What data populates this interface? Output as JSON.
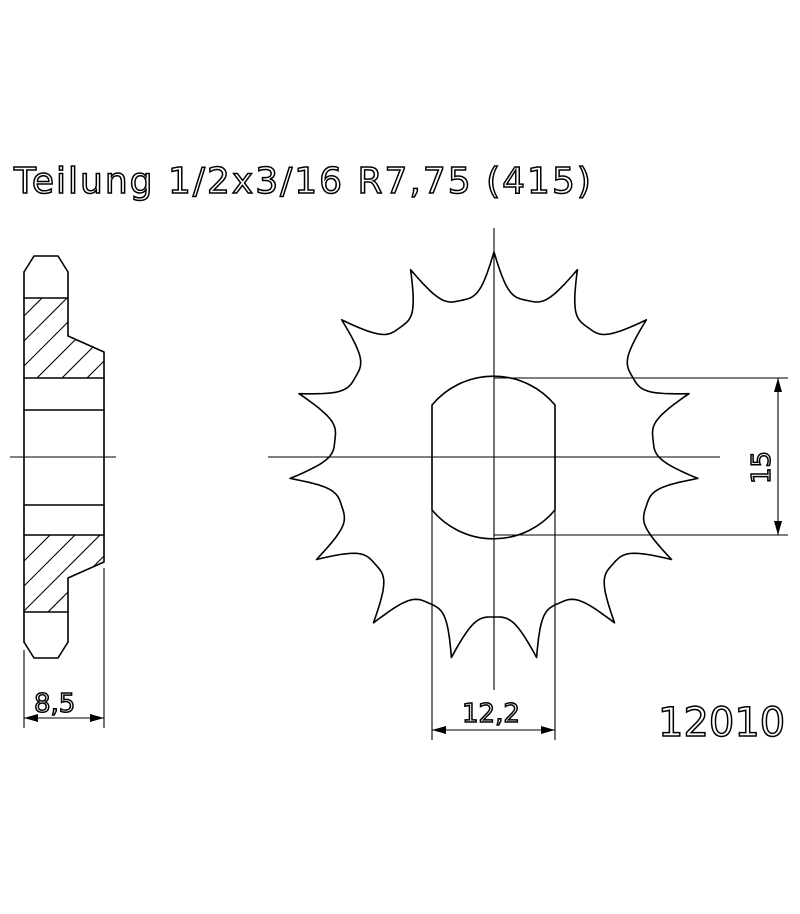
{
  "header": {
    "title": "Teilung 1/2x3/16 R7,75 (415)"
  },
  "dimensions": {
    "width_side": "8,5",
    "bore_width": "12,2",
    "bore_height": "15"
  },
  "part_number": "12010",
  "sprocket": {
    "teeth": 15
  }
}
